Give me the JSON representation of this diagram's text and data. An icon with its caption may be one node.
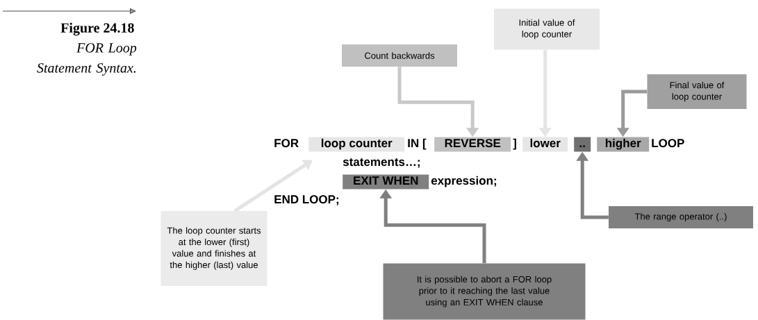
{
  "diagram": {
    "title": "Figure 24.18",
    "caption": "FOR Loop Statement Syntax.",
    "nodes": [
      {
        "text": [
          "Count backwards"
        ]
      },
      {
        "text": [
          "Initial value of loop counter"
        ]
      },
      {
        "text": [
          "Final value of loop counter"
        ]
      },
      {
        "text": [
          "The loop counter starts at the lower (first) value and finishes at the higher (last) value"
        ]
      },
      {
        "text": [
          "The range operator (..)"
        ]
      },
      {
        "text": [
          "It is possible to abort a FOR loop prior to it reaching the last value using an EXIT WHEN clause"
        ]
      },
      {
        "text": [
          "loop counter"
        ]
      },
      {
        "text": [
          "REVERSE"
        ]
      },
      {
        "text": [
          "lower"
        ]
      },
      {
        "text": [
          ".."
        ]
      },
      {
        "text": [
          "higher"
        ]
      },
      {
        "text": [
          "EXIT WHEN"
        ]
      }
    ],
    "edges": [
      {
        "from": 0,
        "to": 7,
        "arrow": "to",
        "color": "#c8c8c8"
      },
      {
        "from": 1,
        "to": 8,
        "arrow": "to",
        "color": "#e4e4e4"
      },
      {
        "from": 2,
        "to": 10,
        "arrow": "to",
        "color": "#9a9a9a"
      },
      {
        "from": 3,
        "to": 6,
        "arrow": "to",
        "color": "#e4e4e4"
      },
      {
        "from": 4,
        "to": 9,
        "arrow": "to",
        "color": "#808080"
      },
      {
        "from": 5,
        "to": 11,
        "arrow": "to",
        "color": "#808080"
      }
    ],
    "labels": [
      "FOR",
      "IN [",
      "]",
      "LOOP",
      "statements…;",
      "expression;",
      "END LOOP;"
    ]
  }
}
